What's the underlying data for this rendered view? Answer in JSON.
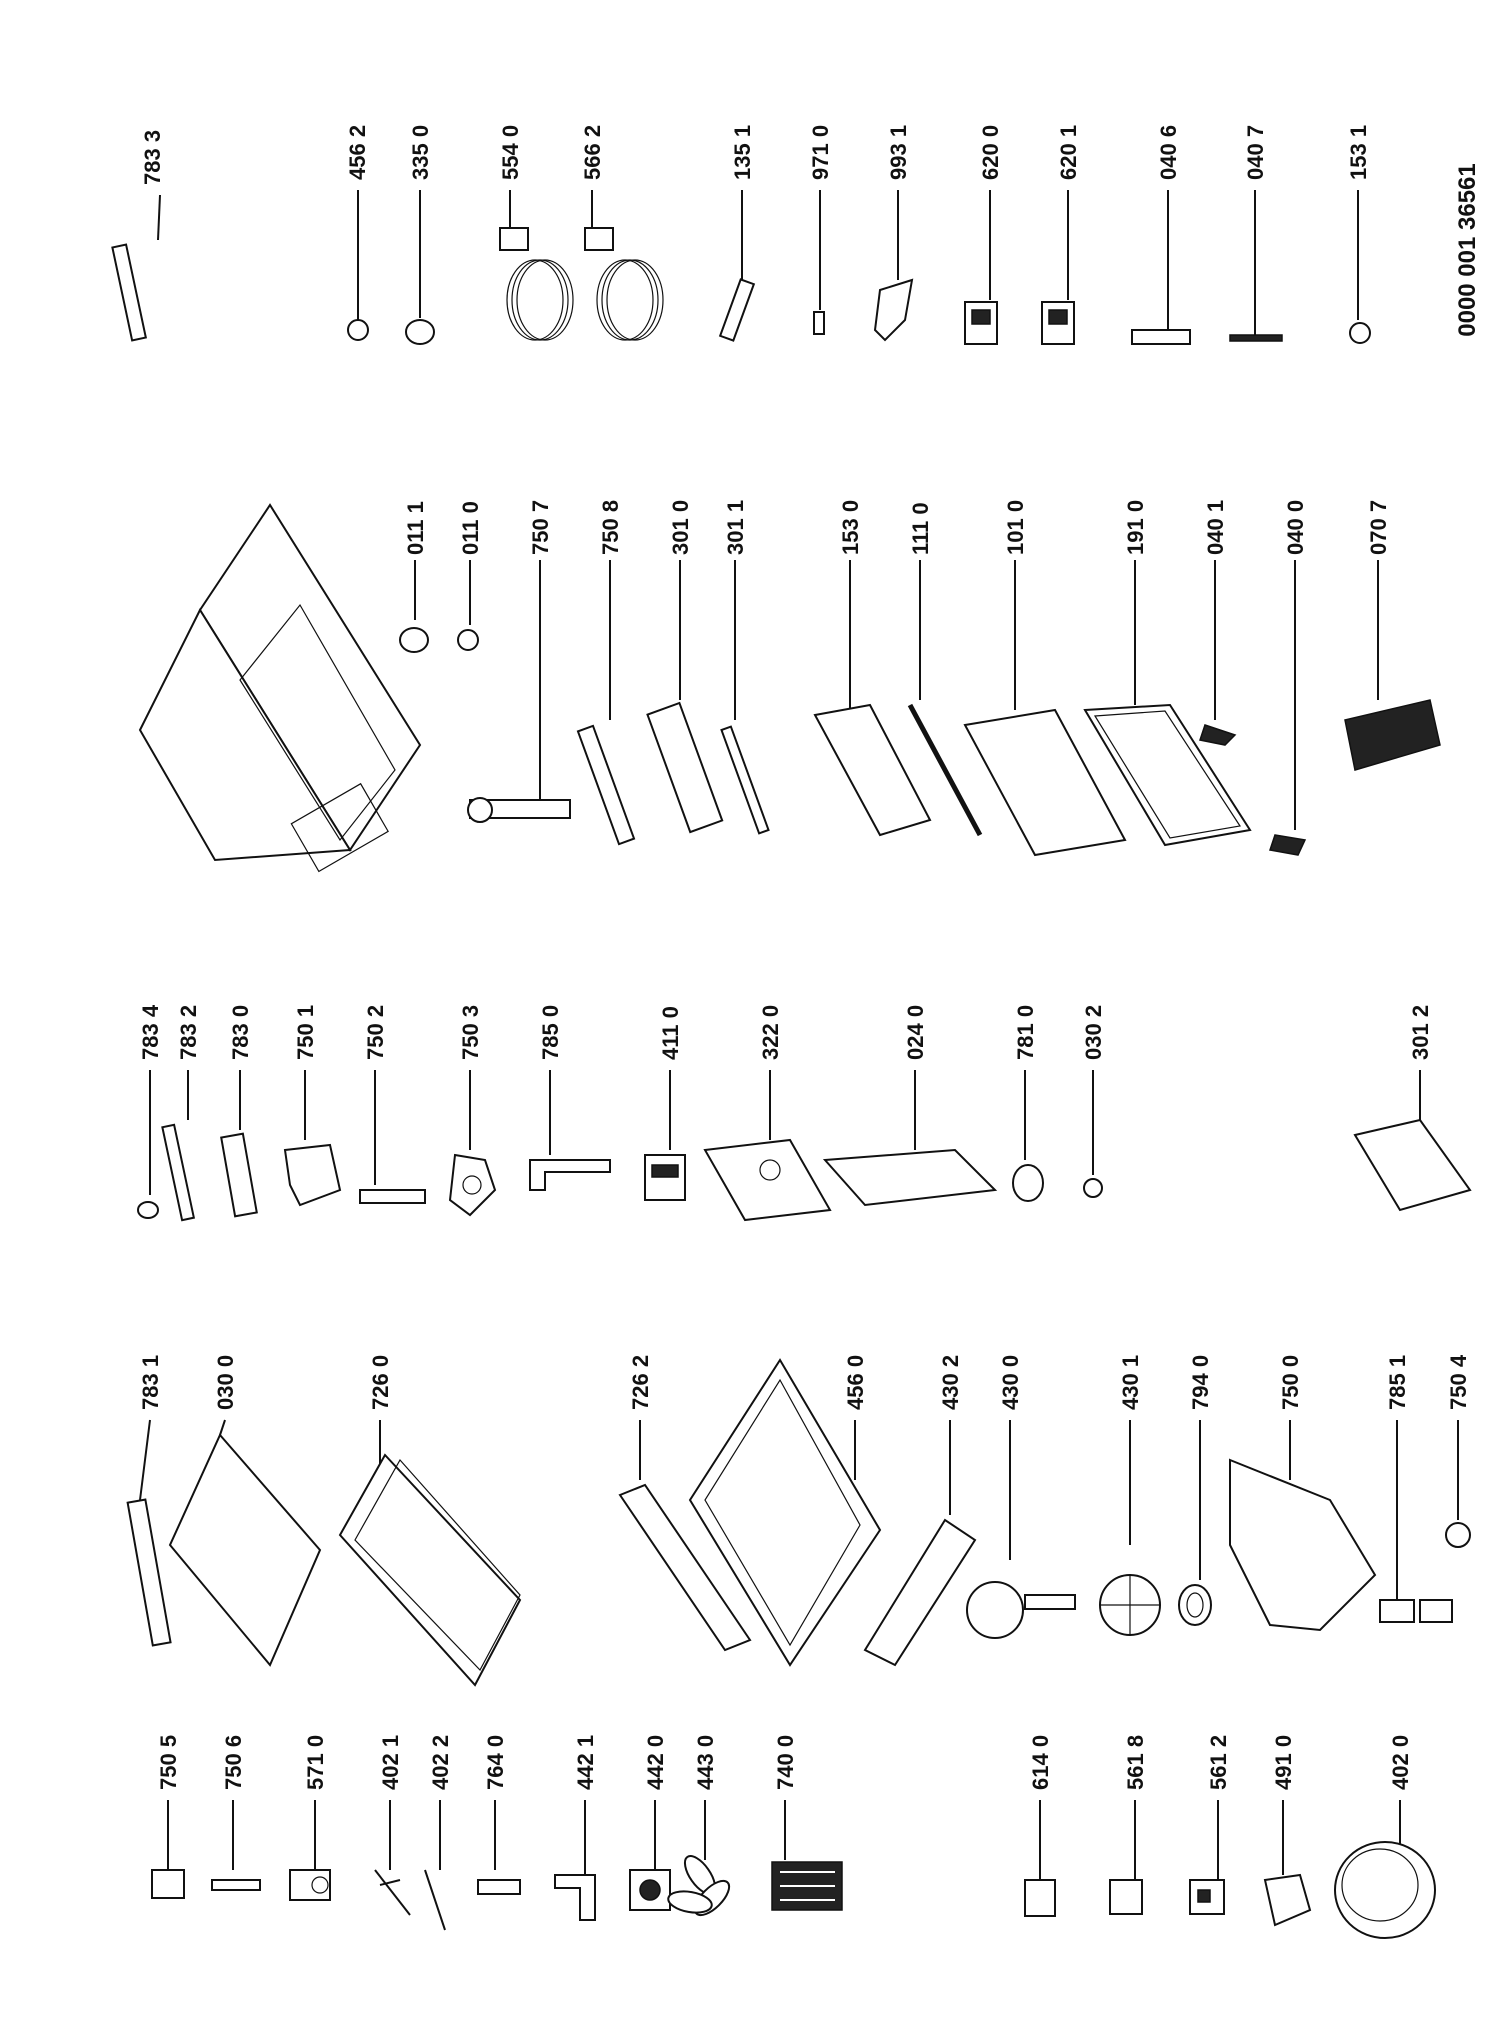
{
  "document_number": "0000 001 36561",
  "labels": {
    "l7833": "783 3",
    "l4562": "456 2",
    "l3350": "335 0",
    "l5540": "554 0",
    "l5662": "566 2",
    "l1351": "135 1",
    "l9710": "971 0",
    "l9931": "993 1",
    "l6200": "620 0",
    "l6201": "620 1",
    "l0406": "040 6",
    "l0407": "040 7",
    "l1531": "153 1",
    "l0111": "011 1",
    "l0110": "011 0",
    "l7507": "750 7",
    "l7508": "750 8",
    "l3010": "301 0",
    "l3011": "301 1",
    "l1530": "153 0",
    "l1110": "111 0",
    "l1010": "101 0",
    "l1910": "191 0",
    "l0401": "040 1",
    "l0400": "040 0",
    "l0707": "070 7",
    "l7834": "783 4",
    "l7832": "783 2",
    "l7830": "783 0",
    "l7501": "750 1",
    "l7502": "750 2",
    "l7503": "750 3",
    "l7850": "785 0",
    "l4110": "411 0",
    "l3220": "322 0",
    "l0240": "024 0",
    "l7810": "781 0",
    "l0302": "030 2",
    "l3012": "301 2",
    "l7831": "783 1",
    "l0300": "030 0",
    "l7260": "726 0",
    "l7262": "726 2",
    "l4560": "456 0",
    "l4302": "430 2",
    "l4300": "430 0",
    "l4301": "430 1",
    "l7940": "794 0",
    "l7500": "750 0",
    "l7851": "785 1",
    "l7504": "750 4",
    "l7505": "750 5",
    "l7506": "750 6",
    "l5710": "571 0",
    "l4021": "402 1",
    "l4022": "402 2",
    "l7640": "764 0",
    "l4421": "442 1",
    "l4420": "442 0",
    "l4430": "443 0",
    "l7400": "740 0",
    "l6140": "614 0",
    "l5618": "561 8",
    "l5612": "561 2",
    "l4910": "491 0",
    "l4020": "402 0"
  }
}
